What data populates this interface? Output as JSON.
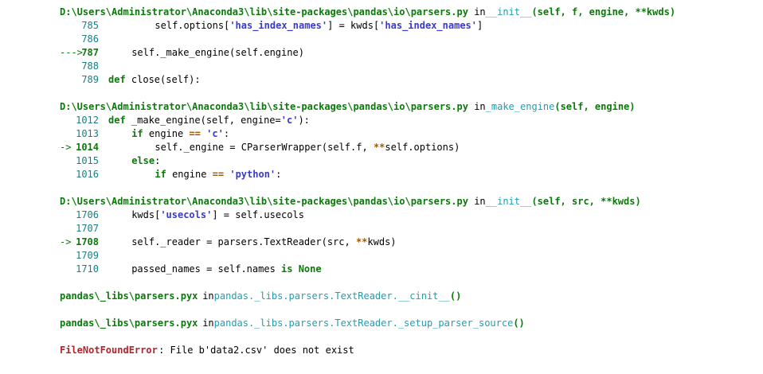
{
  "frames": [
    {
      "file": "D:\\Users\\Administrator\\Anaconda3\\lib\\site-packages\\pandas\\io\\parsers.py",
      "in_word": "in",
      "func": "__init__",
      "args": "(self, f, engine, **kwds)",
      "lines": [
        {
          "num": "785",
          "indent": 8,
          "current": false,
          "arrow": "",
          "tokens": [
            {
              "t": "self.options[",
              "c": ""
            },
            {
              "t": "'has_index_names'",
              "c": "str"
            },
            {
              "t": "] = kwds[",
              "c": ""
            },
            {
              "t": "'has_index_names'",
              "c": "str"
            },
            {
              "t": "]",
              "c": ""
            }
          ]
        },
        {
          "num": "786",
          "indent": 0,
          "current": false,
          "arrow": "",
          "tokens": []
        },
        {
          "num": "787",
          "indent": 4,
          "current": true,
          "arrow": "--->",
          "tokens": [
            {
              "t": "self._make_engine(self.engine)",
              "c": ""
            }
          ]
        },
        {
          "num": "788",
          "indent": 0,
          "current": false,
          "arrow": "",
          "tokens": []
        },
        {
          "num": "789",
          "indent": 0,
          "current": false,
          "arrow": "",
          "tokens": [
            {
              "t": "def ",
              "c": "kw"
            },
            {
              "t": "close(self):",
              "c": ""
            }
          ]
        }
      ]
    },
    {
      "file": "D:\\Users\\Administrator\\Anaconda3\\lib\\site-packages\\pandas\\io\\parsers.py",
      "in_word": "in",
      "func": "_make_engine",
      "args": "(self, engine)",
      "lines": [
        {
          "num": "1012",
          "indent": 0,
          "current": false,
          "arrow": "",
          "tokens": [
            {
              "t": "def ",
              "c": "kw"
            },
            {
              "t": "_make_engine(self, engine=",
              "c": ""
            },
            {
              "t": "'c'",
              "c": "str"
            },
            {
              "t": "):",
              "c": ""
            }
          ]
        },
        {
          "num": "1013",
          "indent": 4,
          "current": false,
          "arrow": "",
          "tokens": [
            {
              "t": "if ",
              "c": "kw"
            },
            {
              "t": "engine ",
              "c": ""
            },
            {
              "t": "==",
              "c": "op"
            },
            {
              "t": " ",
              "c": ""
            },
            {
              "t": "'c'",
              "c": "str"
            },
            {
              "t": ":",
              "c": ""
            }
          ]
        },
        {
          "num": "1014",
          "indent": 8,
          "current": true,
          "arrow": "->",
          "tokens": [
            {
              "t": "self._engine = CParserWrapper(self.f, ",
              "c": ""
            },
            {
              "t": "**",
              "c": "op"
            },
            {
              "t": "self.options)",
              "c": ""
            }
          ]
        },
        {
          "num": "1015",
          "indent": 4,
          "current": false,
          "arrow": "",
          "tokens": [
            {
              "t": "else",
              "c": "kw"
            },
            {
              "t": ":",
              "c": ""
            }
          ]
        },
        {
          "num": "1016",
          "indent": 8,
          "current": false,
          "arrow": "",
          "tokens": [
            {
              "t": "if ",
              "c": "kw"
            },
            {
              "t": "engine ",
              "c": ""
            },
            {
              "t": "==",
              "c": "op"
            },
            {
              "t": " ",
              "c": ""
            },
            {
              "t": "'python'",
              "c": "str"
            },
            {
              "t": ":",
              "c": ""
            }
          ]
        }
      ]
    },
    {
      "file": "D:\\Users\\Administrator\\Anaconda3\\lib\\site-packages\\pandas\\io\\parsers.py",
      "in_word": "in",
      "func": "__init__",
      "args": "(self, src, **kwds)",
      "lines": [
        {
          "num": "1706",
          "indent": 4,
          "current": false,
          "arrow": "",
          "tokens": [
            {
              "t": "kwds[",
              "c": ""
            },
            {
              "t": "'usecols'",
              "c": "str"
            },
            {
              "t": "] = self.usecols",
              "c": ""
            }
          ]
        },
        {
          "num": "1707",
          "indent": 0,
          "current": false,
          "arrow": "",
          "tokens": []
        },
        {
          "num": "1708",
          "indent": 4,
          "current": true,
          "arrow": "->",
          "tokens": [
            {
              "t": "self._reader = parsers.TextReader(src, ",
              "c": ""
            },
            {
              "t": "**",
              "c": "op"
            },
            {
              "t": "kwds)",
              "c": ""
            }
          ]
        },
        {
          "num": "1709",
          "indent": 0,
          "current": false,
          "arrow": "",
          "tokens": []
        },
        {
          "num": "1710",
          "indent": 4,
          "current": false,
          "arrow": "",
          "tokens": [
            {
              "t": "passed_names = self.names ",
              "c": ""
            },
            {
              "t": "is None",
              "c": "kw"
            }
          ]
        }
      ]
    }
  ],
  "pyx_frames": [
    {
      "file": "pandas\\_libs\\parsers.pyx",
      "in_word": "in",
      "func": "pandas._libs.parsers.TextReader.__cinit__",
      "parens": "()"
    },
    {
      "file": "pandas\\_libs\\parsers.pyx",
      "in_word": "in",
      "func": "pandas._libs.parsers.TextReader._setup_parser_source",
      "parens": "()"
    }
  ],
  "error": {
    "type": "FileNotFoundError",
    "message": ": File b'data2.csv' does not exist"
  },
  "colors": {
    "path_green": "#0b7a0b",
    "line_number": "#167f86",
    "function_name": "#1e9fb0",
    "string_literal": "#3a3acb",
    "operator": "#a35a00",
    "error_red": "#b5232a"
  }
}
